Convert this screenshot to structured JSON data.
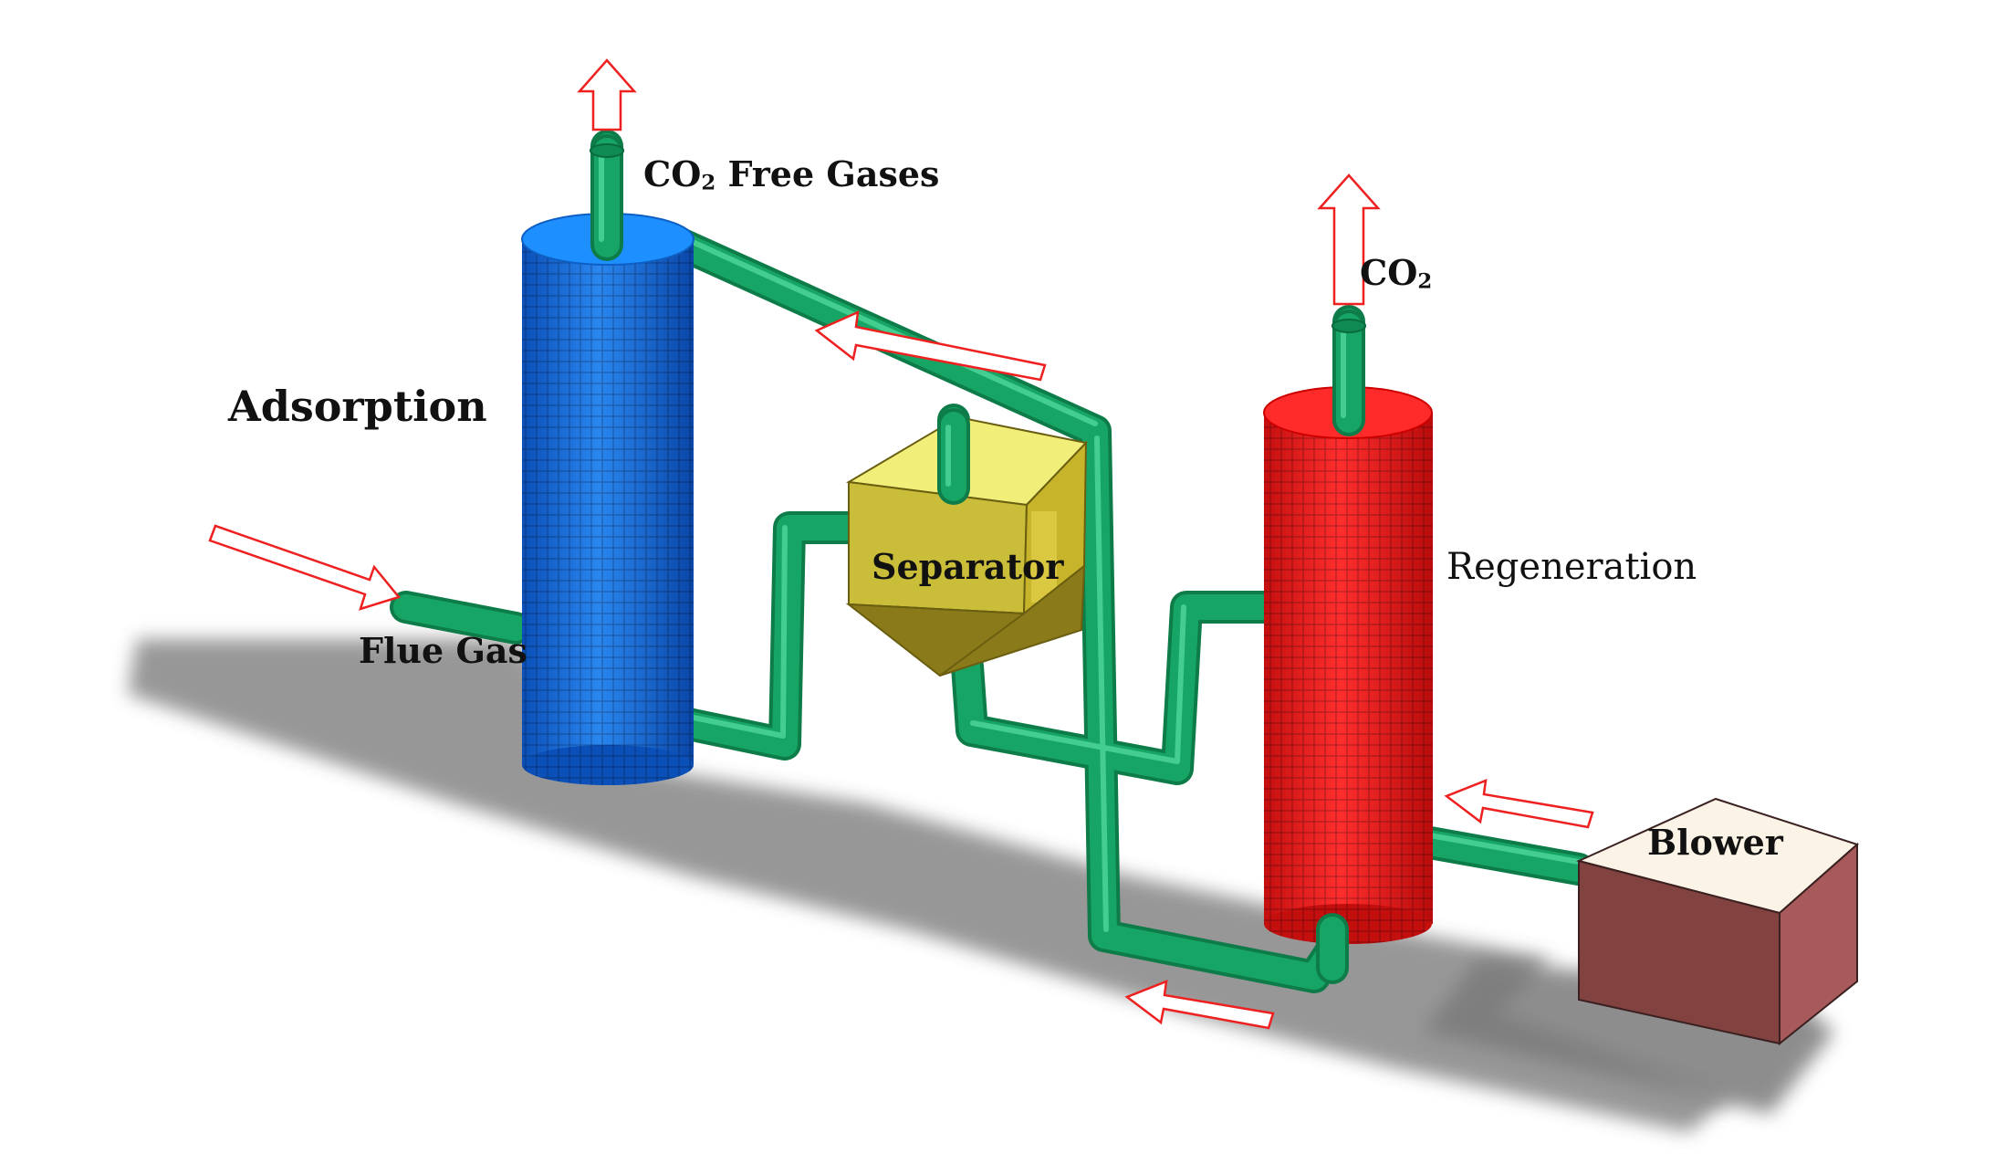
{
  "labels": {
    "co2_free_gases_prefix": "CO",
    "co2_free_gases_sub": "2",
    "co2_free_gases_suffix": " Free Gases",
    "co2_prefix": "CO",
    "co2_sub": "2",
    "adsorption": "Adsorption",
    "separator": "Separator",
    "regeneration": "Regeneration",
    "flue_gas": "Flue Gas",
    "blower": "Blower"
  },
  "colors": {
    "adsorber": "#1f6fe0",
    "adsorber_top": "#1e90ff",
    "regenerator": "#ee1a1a",
    "regenerator_top": "#ff2a2a",
    "pipe": "#17a565",
    "pipe_highlight": "#3fd08c",
    "separator_top": "#f2ee7a",
    "separator_side": "#b4a522",
    "separator_hopper": "#8a7a1a",
    "blower_top": "#fbf3e6",
    "blower_front": "#82423f",
    "blower_side": "#a85a5a",
    "arrow": "#ee2020",
    "shadow": "#8a8a8a"
  }
}
